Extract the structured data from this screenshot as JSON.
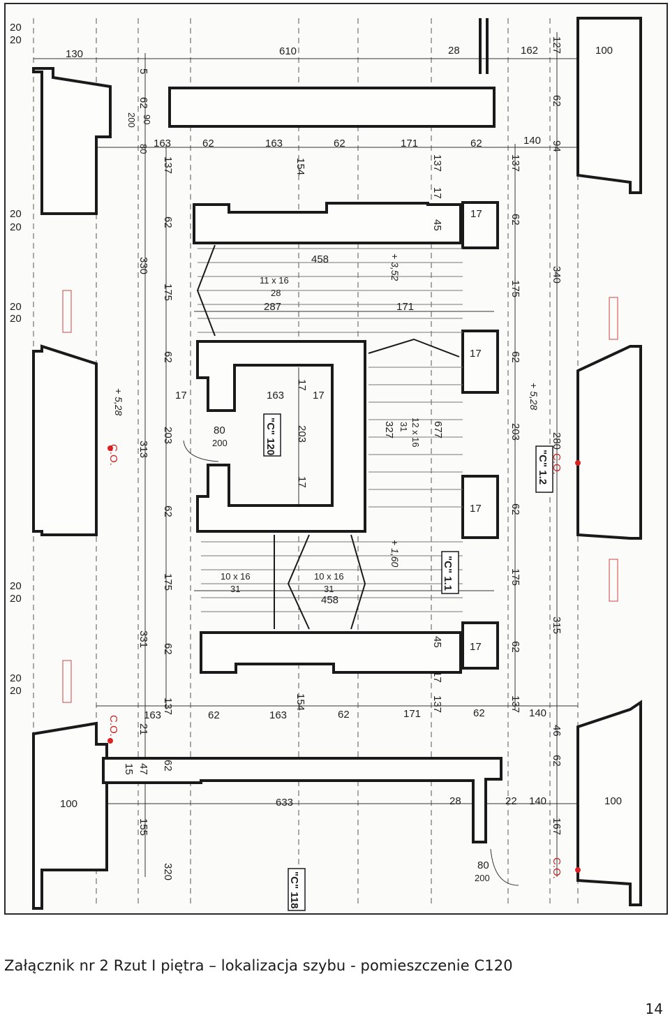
{
  "caption": "Załącznik nr 2 Rzut I piętra – lokalizacja szybu - pomieszczenie C120",
  "page_number": "14",
  "plan": {
    "rooms": {
      "r120": "\"C\" 120",
      "r12": "\"C\" 1.2",
      "r11": "\"C\" 1.1",
      "r118": "\"C\" 118"
    },
    "levels": {
      "l352": "+ 3,52",
      "l528a": "+ 5,28",
      "l528b": "+ 5,28",
      "l160": "+ 1,60"
    },
    "co_label": "C.O.",
    "stairs": {
      "s1_a": "11 x 16",
      "s1_b": "28",
      "s1_c": "287",
      "s2_a": "12 x 16",
      "s2_b": "31",
      "s2_c": "327",
      "s3_a": "10 x 16",
      "s3_b": "31",
      "s4_a": "10 x 16",
      "s4_b": "31"
    },
    "door_a": "80",
    "door_b": "200",
    "dims": {
      "d20": "20",
      "d130": "130",
      "d610": "610",
      "d28": "28",
      "d162": "162",
      "d127": "127",
      "d100": "100",
      "d5": "5",
      "d62": "62",
      "d90": "90",
      "d200": "200",
      "d80": "80",
      "d163": "163",
      "d171": "171",
      "d140": "140",
      "d94": "94",
      "d137": "137",
      "d154": "154",
      "d17": "17",
      "d45": "45",
      "d458": "458",
      "d340": "340",
      "d330": "330",
      "d175": "175",
      "d313": "313",
      "d203": "203",
      "d677": "677",
      "d280": "280",
      "d315": "315",
      "d331": "331",
      "d21": "21",
      "d46": "46",
      "d15": "15",
      "d47": "47",
      "d633": "633",
      "d22": "22",
      "d155": "155",
      "d167": "167",
      "d320": "320"
    }
  }
}
